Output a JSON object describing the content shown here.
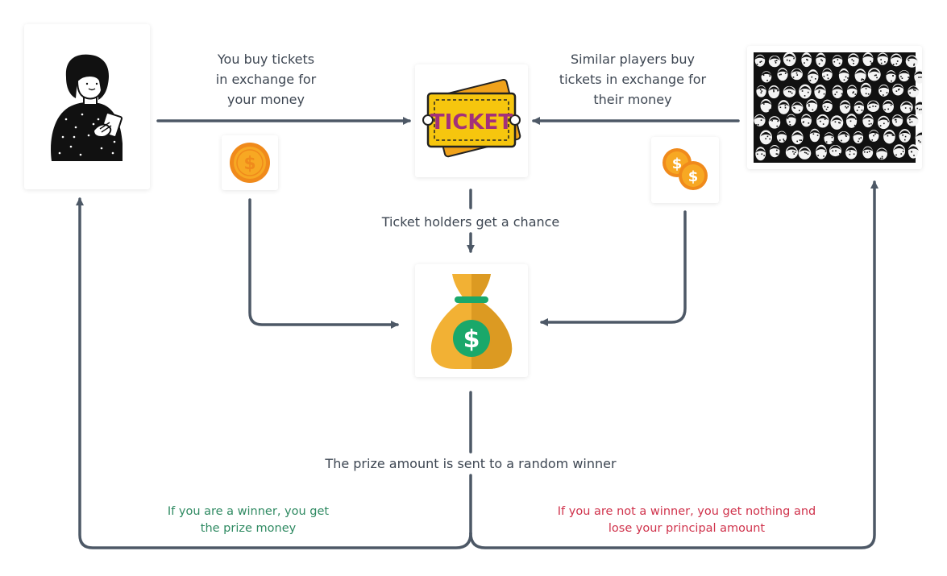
{
  "diagram": {
    "nodes": {
      "player": {
        "icon": "person-with-ticket-icon"
      },
      "ticket": {
        "icon": "ticket-icon",
        "text": "TICKET"
      },
      "crowd": {
        "icon": "crowd-icon"
      },
      "pot": {
        "icon": "money-bag-icon",
        "symbol": "$"
      },
      "coin_single": {
        "icon": "coin-icon",
        "symbol": "$"
      },
      "coin_stack": {
        "icon": "coins-icon",
        "symbol": "$"
      }
    },
    "labels": {
      "buy_lines": [
        "You buy tickets",
        "in exchange for",
        "your money"
      ],
      "similar_lines": [
        "Similar players buy",
        "tickets in exchange for",
        "their money"
      ],
      "chance": "Ticket holders get a chance",
      "prize": "The prize amount is sent to a random winner",
      "winner_lines": [
        "If you are a winner, you get",
        "the prize money"
      ],
      "loser_lines": [
        "If you are not a winner, you get nothing and",
        "lose your principal amount"
      ]
    },
    "colors": {
      "arrow": "#4d5866",
      "winner_text": "#2f8a62",
      "loser_text": "#d0334c",
      "ticket_yellow": "#f6c60e",
      "ticket_orange": "#f0a21b",
      "ticket_text": "#a3307a",
      "bag_gold": "#f2b134",
      "bag_dark": "#dc9a22",
      "bag_green": "#1aa86a",
      "coin_gold": "#f7a823",
      "coin_orange": "#f08a1b"
    }
  }
}
